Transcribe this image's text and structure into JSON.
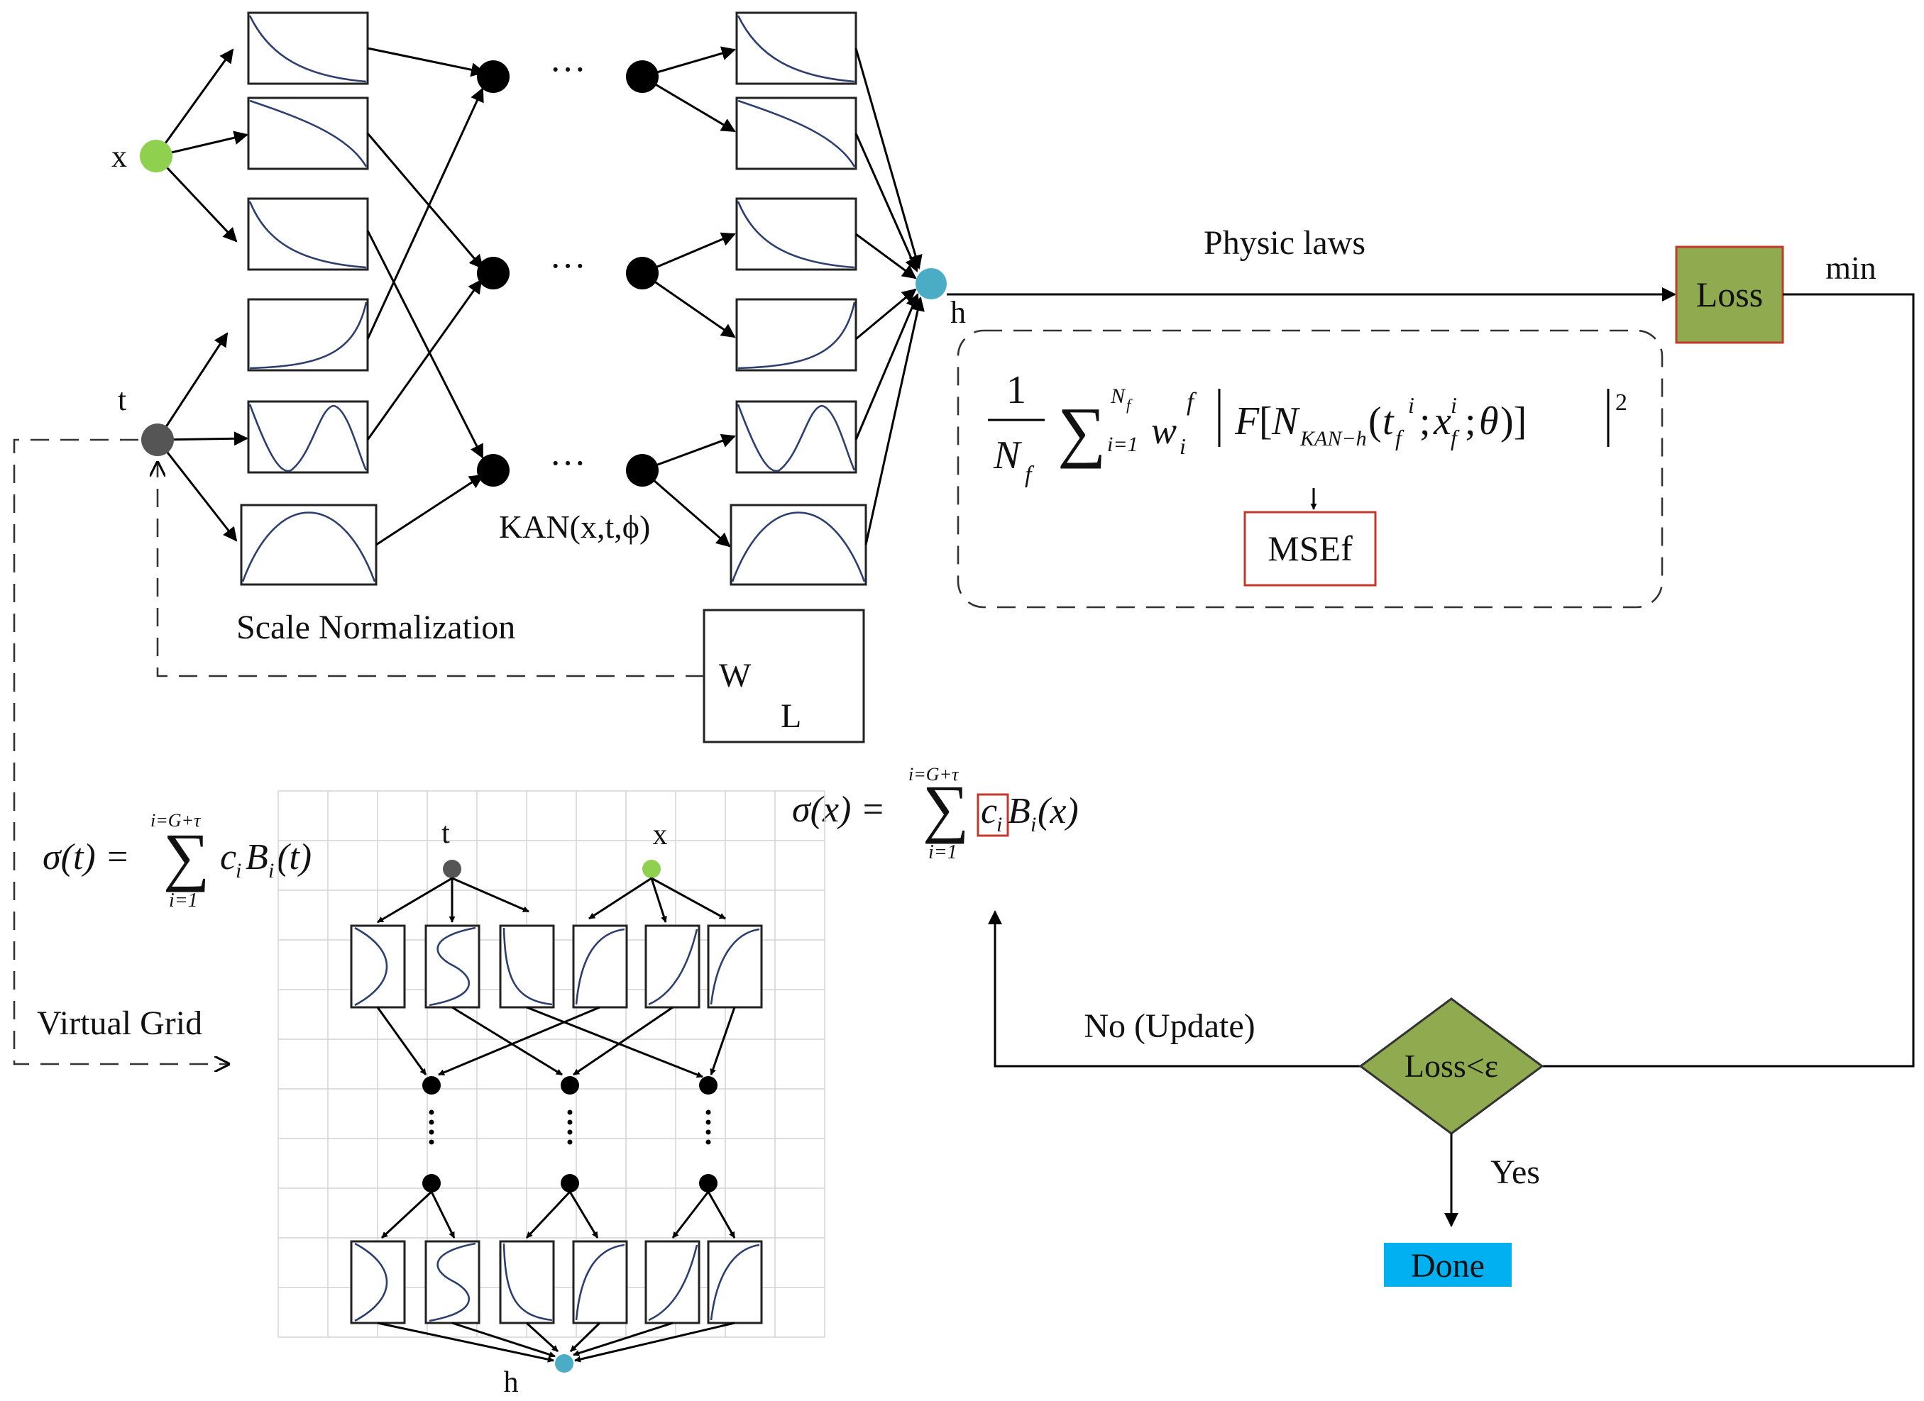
{
  "labels": {
    "x_input": "x",
    "t_input": "t",
    "h_output": "h",
    "dots": "···",
    "kan": "KAN(x,t,ϕ)",
    "scale_norm": "Scale Normalization",
    "wl_top": "W",
    "wl_bottom": "L",
    "physic_laws": "Physic laws",
    "loss": "Loss",
    "min": "min",
    "mse": "MSEf",
    "no_update": "No (Update)",
    "yes": "Yes",
    "decision": "Loss<ε",
    "done": "Done",
    "virtual_grid": "Virtual Grid",
    "grid_t": "t",
    "grid_x": "x",
    "grid_h": "h"
  },
  "formulas": {
    "sigma_x": "σ(x) = ∑ cᵢBᵢ(x)",
    "sigma_t": "σ(t) = ∑ cᵢBᵢ(t)",
    "sum_upper": "i=G+τ",
    "sum_lower": "i=1",
    "loss_term": "1/N_f ∑ w_i^f | F[N_KAN-h(t_f^i; x_f^i; θ)] |²"
  },
  "colors": {
    "x_node": "#8fd14f",
    "t_node": "#555555",
    "h_node": "#4bacc6",
    "green_box": "#8faa4f",
    "red_border": "#c0392b",
    "done_fill": "#00b0f0",
    "curve": "#2d3f6e"
  }
}
